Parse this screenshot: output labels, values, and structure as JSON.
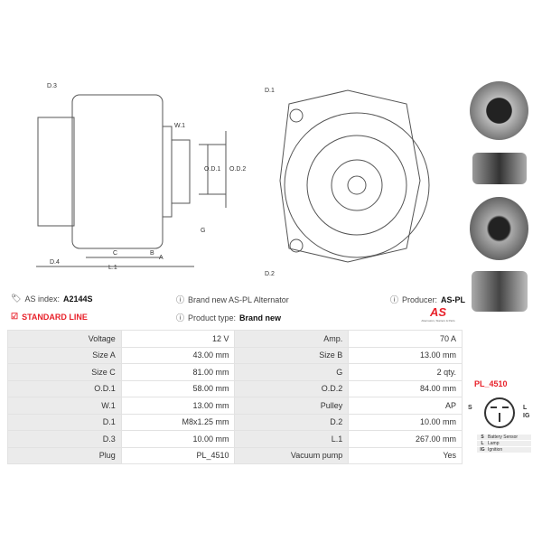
{
  "drawing_labels": {
    "d3": "D.3",
    "d4": "D.4",
    "w1": "W.1",
    "od1": "O.D.1",
    "od2": "O.D.2",
    "g": "G",
    "c": "C",
    "b": "B",
    "a": "A",
    "l1": "L.1",
    "d1": "D.1",
    "d2": "D.2"
  },
  "info": {
    "as_index_label": "AS index:",
    "as_index": "A2144S",
    "standard_line": "STANDARD LINE",
    "description": "Brand new AS-PL Alternator",
    "product_type_label": "Product type:",
    "product_type": "Brand new",
    "producer_label": "Producer:",
    "producer": "AS-PL",
    "logo_text": "AS",
    "logo_sub": "Alternators, Starters & Parts"
  },
  "specs": [
    [
      "Voltage",
      "12 V",
      "Amp.",
      "70 A"
    ],
    [
      "Size A",
      "43.00 mm",
      "Size B",
      "13.00 mm"
    ],
    [
      "Size C",
      "81.00 mm",
      "G",
      "2 qty."
    ],
    [
      "O.D.1",
      "58.00 mm",
      "O.D.2",
      "84.00 mm"
    ],
    [
      "W.1",
      "13.00 mm",
      "Pulley",
      "AP"
    ],
    [
      "D.1",
      "M8x1.25 mm",
      "D.2",
      "10.00 mm"
    ],
    [
      "D.3",
      "10.00 mm",
      "L.1",
      "267.00 mm"
    ],
    [
      "Plug",
      "PL_4510",
      "Vacuum pump",
      "Yes"
    ]
  ],
  "plug": {
    "name": "PL_4510",
    "pins": {
      "s": "S",
      "l": "L",
      "ig": "IG"
    },
    "legend": [
      [
        "S",
        "Battery Sensor"
      ],
      [
        "L",
        "Lamp"
      ],
      [
        "IG",
        "Ignition"
      ]
    ]
  },
  "colors": {
    "accent": "#e8212a"
  }
}
